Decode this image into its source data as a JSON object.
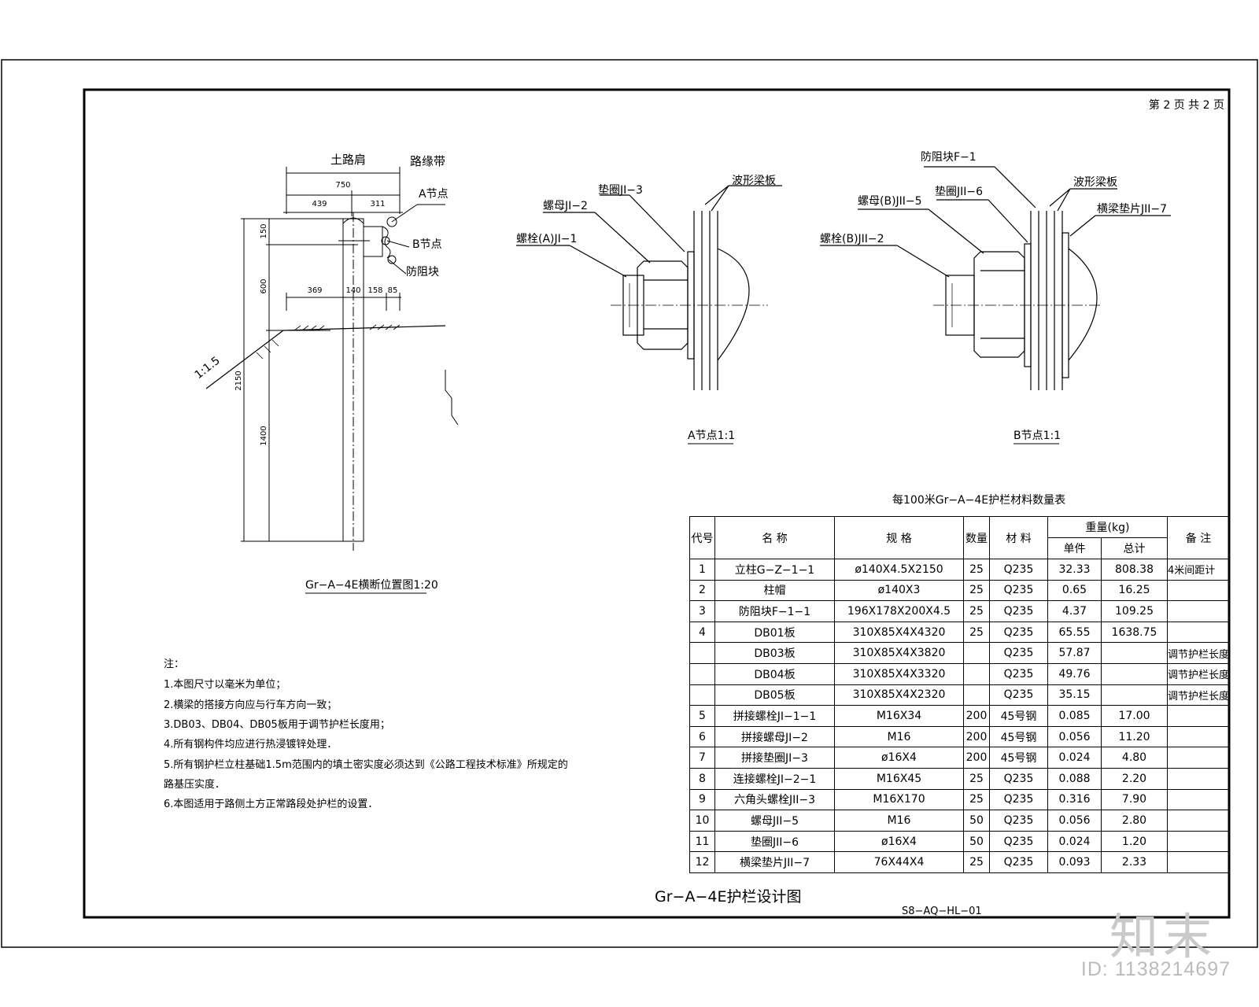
{
  "page_number": "第 2 页 共 2 页",
  "drawing_title": "Gr−A−4E护栏设计图",
  "drawing_code": "S8−AQ−HL−01",
  "watermark_logo": "知末",
  "image_id": "ID: 1138214697",
  "section": {
    "caption": "Gr−A−4E横断位置图1:20",
    "label_shoulder": "土路肩",
    "label_edge": "路缘带",
    "label_node_a": "A节点",
    "label_node_b": "B节点",
    "label_block": "防阻块",
    "slope": "1:1.5",
    "dim_750": "750",
    "dim_439": "439",
    "dim_311": "311",
    "dim_150": "150",
    "dim_600": "600",
    "dim_2150": "2150",
    "dim_1400": "1400",
    "dim_369": "369",
    "dim_140": "140",
    "dim_158": "158",
    "dim_85": "85"
  },
  "detail_a": {
    "caption": "A节点1:1",
    "washer": "垫圈JI−3",
    "nut": "螺母JI−2",
    "bolt": "螺栓(A)JI−1",
    "beam": "波形梁板"
  },
  "detail_b": {
    "caption": "B节点1:1",
    "block": "防阻块F−1",
    "washer": "垫圈JII−6",
    "nut": "螺母(B)JII−5",
    "bolt": "螺栓(B)JII−2",
    "beam": "波形梁板",
    "pad": "横梁垫片JII−7"
  },
  "notes": {
    "heading": "注：",
    "n1": "1.本图尺寸以毫米为单位；",
    "n2": "2.横梁的搭接方向应与行车方向一致；",
    "n3": "3.DB03、DB04、DB05板用于调节护栏长度用；",
    "n4": "4.所有钢构件均应进行热浸镀锌处理．",
    "n5a": "5.所有钢护栏立柱基础1.5m范围内的填土密实度必须达到《公路工程技术标准》所规定的",
    "n5b": "路基压实度．",
    "n6": "6.本图适用于路侧土方正常路段处护栏的设置．"
  },
  "table": {
    "title": "每100米Gr−A−4E护栏材料数量表",
    "h_code": "代号",
    "h_name": "名  称",
    "h_spec": "规  格",
    "h_qty": "数量",
    "h_mat": "材  料",
    "h_weight": "重量(kg)",
    "h_unit": "单件",
    "h_total": "总计",
    "h_note": "备  注",
    "rows": [
      {
        "code": "1",
        "name": "立柱G−Z−1−1",
        "spec": "ø140X4.5X2150",
        "qty": "25",
        "mat": "Q235",
        "unit": "32.33",
        "total": "808.38",
        "note": "4米间距计"
      },
      {
        "code": "2",
        "name": "柱帽",
        "spec": "ø140X3",
        "qty": "25",
        "mat": "Q235",
        "unit": "0.65",
        "total": "16.25",
        "note": ""
      },
      {
        "code": "3",
        "name": "防阻块F−1−1",
        "spec": "196X178X200X4.5",
        "qty": "25",
        "mat": "Q235",
        "unit": "4.37",
        "total": "109.25",
        "note": ""
      },
      {
        "code": "4",
        "name": "DB01板",
        "spec": "310X85X4X4320",
        "qty": "25",
        "mat": "Q235",
        "unit": "65.55",
        "total": "1638.75",
        "note": ""
      },
      {
        "code": "",
        "name": "DB03板",
        "spec": "310X85X4X3820",
        "qty": "",
        "mat": "Q235",
        "unit": "57.87",
        "total": "",
        "note": "调节护栏长度"
      },
      {
        "code": "",
        "name": "DB04板",
        "spec": "310X85X4X3320",
        "qty": "",
        "mat": "Q235",
        "unit": "49.76",
        "total": "",
        "note": "调节护栏长度"
      },
      {
        "code": "",
        "name": "DB05板",
        "spec": "310X85X4X2320",
        "qty": "",
        "mat": "Q235",
        "unit": "35.15",
        "total": "",
        "note": "调节护栏长度"
      },
      {
        "code": "5",
        "name": "拼接螺栓JI−1−1",
        "spec": "M16X34",
        "qty": "200",
        "mat": "45号钢",
        "unit": "0.085",
        "total": "17.00",
        "note": ""
      },
      {
        "code": "6",
        "name": "拼接螺母JI−2",
        "spec": "M16",
        "qty": "200",
        "mat": "45号钢",
        "unit": "0.056",
        "total": "11.20",
        "note": ""
      },
      {
        "code": "7",
        "name": "拼接垫圈JI−3",
        "spec": "ø16X4",
        "qty": "200",
        "mat": "45号钢",
        "unit": "0.024",
        "total": "4.80",
        "note": ""
      },
      {
        "code": "8",
        "name": "连接螺栓JI−2−1",
        "spec": "M16X45",
        "qty": "25",
        "mat": "Q235",
        "unit": "0.088",
        "total": "2.20",
        "note": ""
      },
      {
        "code": "9",
        "name": "六角头螺栓JII−3",
        "spec": "M16X170",
        "qty": "25",
        "mat": "Q235",
        "unit": "0.316",
        "total": "7.90",
        "note": ""
      },
      {
        "code": "10",
        "name": "螺母JII−5",
        "spec": "M16",
        "qty": "50",
        "mat": "Q235",
        "unit": "0.056",
        "total": "2.80",
        "note": ""
      },
      {
        "code": "11",
        "name": "垫圈JII−6",
        "spec": "ø16X4",
        "qty": "50",
        "mat": "Q235",
        "unit": "0.024",
        "total": "1.20",
        "note": ""
      },
      {
        "code": "12",
        "name": "横梁垫片JII−7",
        "spec": "76X44X4",
        "qty": "25",
        "mat": "Q235",
        "unit": "0.093",
        "total": "2.33",
        "note": ""
      }
    ]
  }
}
